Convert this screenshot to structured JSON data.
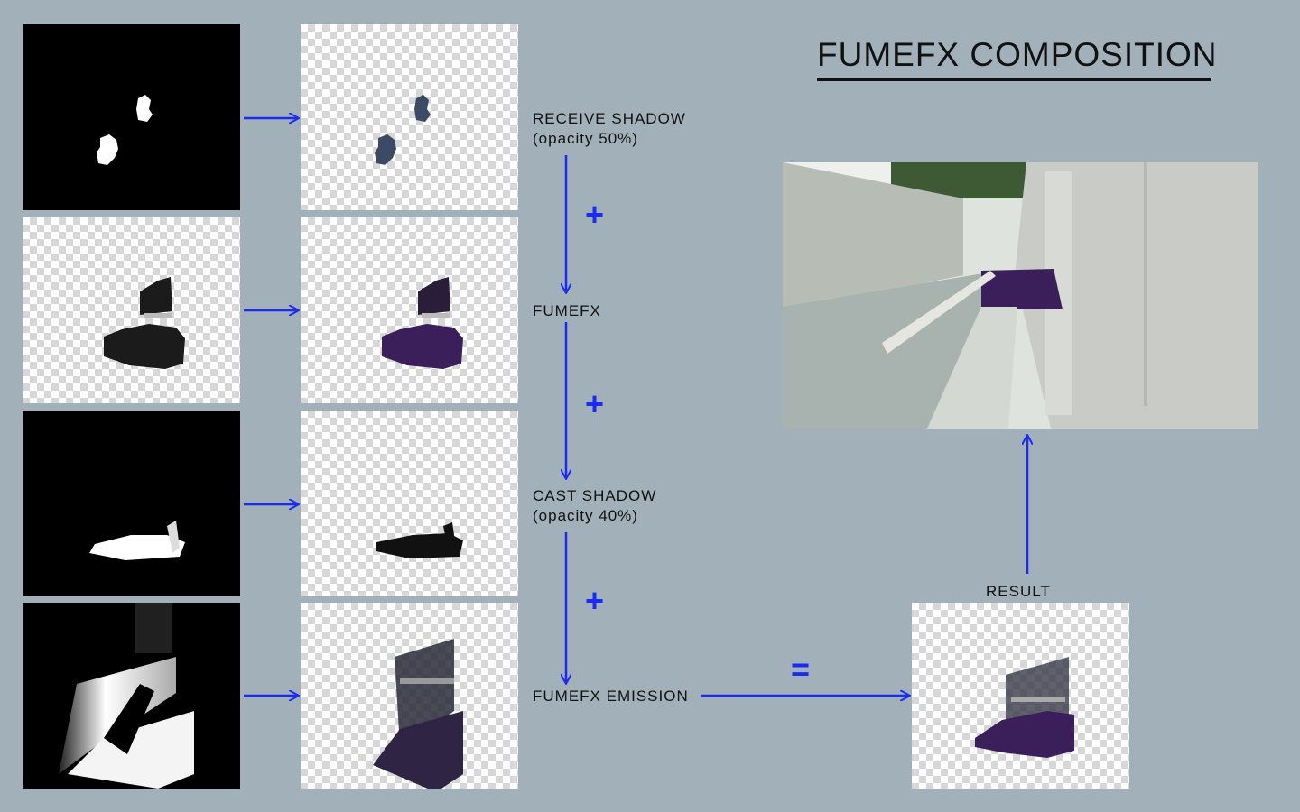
{
  "title": "FUMEFX  COMPOSITION",
  "steps": {
    "receive_shadow": {
      "name": "RECEIVE  SHADOW",
      "note": "(opacity  50%)"
    },
    "fumefx": {
      "name": "FUMEFX"
    },
    "cast_shadow": {
      "name": "CAST  SHADOW",
      "note": "(opacity  40%)"
    },
    "emission": {
      "name": "FUMEFX  EMISSION"
    }
  },
  "operators": {
    "plus": "+",
    "equals": "="
  },
  "result_label": "RESULT",
  "colors": {
    "arrow": "#1a2cf0",
    "background": "#a1b0b9",
    "smoke": "#3a1f5a"
  }
}
